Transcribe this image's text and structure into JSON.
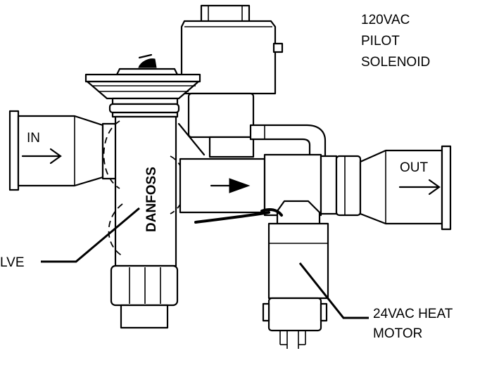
{
  "labels": {
    "pilot_line1": "120VAC",
    "pilot_line2": "PILOT",
    "pilot_line3": "SOLENOID",
    "inlet": "IN",
    "outlet": "OUT",
    "valve_partial": "LVE",
    "heat_line1": "24VAC HEAT",
    "heat_line2": "MOTOR",
    "brand": "DANFOSS"
  },
  "arrows": {
    "inlet": "→",
    "outlet": "→"
  }
}
